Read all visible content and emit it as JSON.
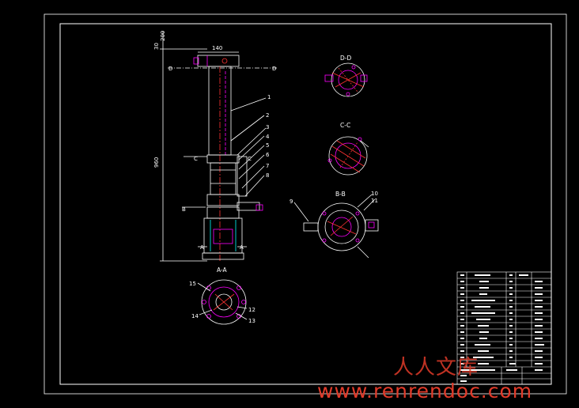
{
  "drawing": {
    "dimensions": {
      "width_140": "140",
      "height_960": "960",
      "top_30": "30",
      "top_200": "200"
    },
    "sections": {
      "dd": "D-D",
      "cc": "C-C",
      "bb": "B-B",
      "aa": "A-A"
    },
    "cut_marks": {
      "d": "D",
      "c": "C",
      "b": "B",
      "a": "A"
    },
    "part_numbers": [
      "1",
      "2",
      "3",
      "4",
      "5",
      "6",
      "7",
      "8",
      "9",
      "10",
      "11",
      "12",
      "13",
      "14",
      "15"
    ]
  },
  "watermark": {
    "cn": "人人文库",
    "url": "www.renrendoc.com"
  },
  "colors": {
    "line": "#ffffff",
    "accent_magenta": "#ff00ff",
    "accent_red": "#ff3333",
    "accent_cyan": "#00ffff",
    "accent_yellow": "#ffff00",
    "watermark": "#e23b2a"
  }
}
